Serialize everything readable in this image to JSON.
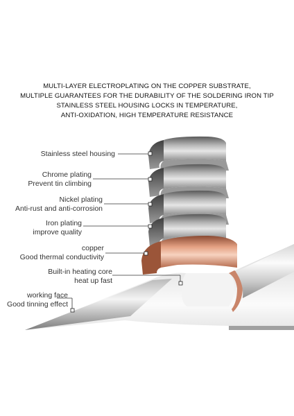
{
  "headline": {
    "line1": "MULTI-LAYER ELECTROPLATING ON THE COPPER SUBSTRATE,",
    "line2": "MULTIPLE GUARANTEES FOR THE DURABILITY OF THE SOLDERING IRON TIP",
    "line3": "STAINLESS STEEL HOUSING LOCKS IN TEMPERATURE,",
    "line4": "ANTI-OXIDATION, HIGH TEMPERATURE RESISTANCE"
  },
  "layers": [
    {
      "line1": "Stainless steel housing",
      "line2": ""
    },
    {
      "line1": "Chrome plating",
      "line2": "Prevent tin climbing"
    },
    {
      "line1": "Nickel plating",
      "line2": "Anti-rust and anti-corrosion"
    },
    {
      "line1": "Iron plating",
      "line2": "improve quality"
    },
    {
      "line1": "copper",
      "line2": "Good thermal conductivity"
    },
    {
      "line1": "Built-in heating core",
      "line2": "heat up fast"
    },
    {
      "line1": "working face",
      "line2": "Good tinning effect"
    }
  ],
  "colors": {
    "steel": "#9a9a9a",
    "copper": "#d9896b",
    "text": "#333333"
  }
}
